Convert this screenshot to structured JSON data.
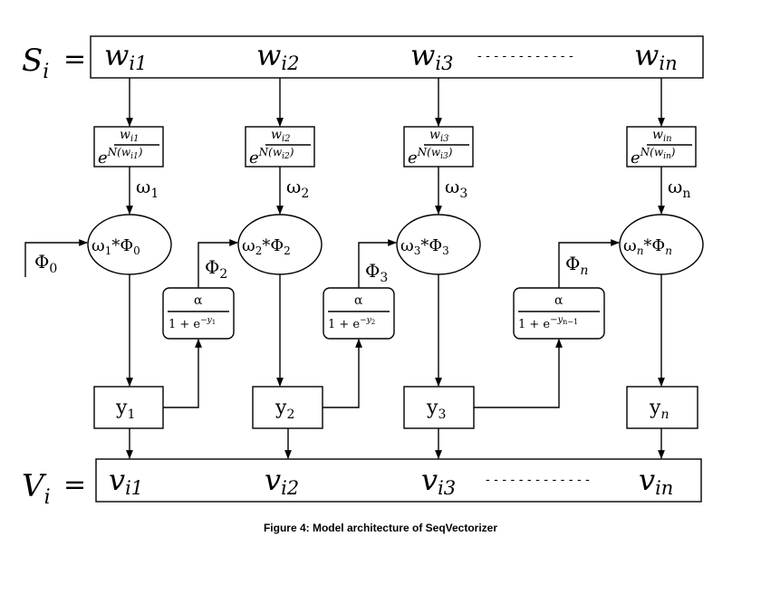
{
  "input_row": {
    "label": "S",
    "label_sub": "i",
    "equals": "=",
    "items": [
      {
        "base": "w",
        "sub": "i1"
      },
      {
        "base": "w",
        "sub": "i2"
      },
      {
        "base": "w",
        "sub": "i3"
      },
      {
        "base": "w",
        "sub": "in"
      }
    ],
    "dashes": "- - - - - - - - - - - -"
  },
  "exp_boxes": [
    {
      "num_base": "w",
      "num_sub": "i1",
      "e": "e",
      "exp_pre": "N(w",
      "exp_sub": "i1",
      "exp_post": ")"
    },
    {
      "num_base": "w",
      "num_sub": "i2",
      "e": "e",
      "exp_pre": "N(w",
      "exp_sub": "i2",
      "exp_post": ")"
    },
    {
      "num_base": "w",
      "num_sub": "i3",
      "e": "e",
      "exp_pre": "N(w",
      "exp_sub": "i3",
      "exp_post": ")"
    },
    {
      "num_base": "w",
      "num_sub": "in",
      "e": "e",
      "exp_pre": "N(w",
      "exp_sub": "in",
      "exp_post": ")"
    }
  ],
  "omega_labels": [
    {
      "base": "ω",
      "sub": "1"
    },
    {
      "base": "ω",
      "sub": "2"
    },
    {
      "base": "ω",
      "sub": "3"
    },
    {
      "base": "ω",
      "sub": "n"
    }
  ],
  "nodes": [
    {
      "w": "ω",
      "wsub": "1",
      "star": "*",
      "p": "Φ",
      "psub": "0"
    },
    {
      "w": "ω",
      "wsub": "2",
      "star": "*",
      "p": "Φ",
      "psub": "2"
    },
    {
      "w": "ω",
      "wsub": "3",
      "star": "*",
      "p": "Φ",
      "psub": "3"
    },
    {
      "w": "ω",
      "wsub": "n",
      "star": "*",
      "p": "Φ",
      "psub": "n"
    }
  ],
  "phi0": {
    "base": "Φ",
    "sub": "0"
  },
  "phi_labels": [
    {
      "base": "Φ",
      "sub": "2"
    },
    {
      "base": "Φ",
      "sub": "3"
    },
    {
      "base": "Φ",
      "sub": "n"
    }
  ],
  "sigmoids": [
    {
      "num": "α",
      "den": "1 + e",
      "exp_pre": "−y",
      "exp_sub": "1"
    },
    {
      "num": "α",
      "den": "1 + e",
      "exp_pre": "−y",
      "exp_sub": "2"
    },
    {
      "num": "α",
      "den": "1 + e",
      "exp_pre": "−y",
      "exp_sub": "n−1"
    }
  ],
  "y_boxes": [
    {
      "base": "y",
      "sub": "1"
    },
    {
      "base": "y",
      "sub": "2"
    },
    {
      "base": "y",
      "sub": "3"
    },
    {
      "base": "y",
      "sub": "n"
    }
  ],
  "output_row": {
    "label": "V",
    "label_sub": "i",
    "equals": "=",
    "items": [
      {
        "base": "v",
        "sub": "i1"
      },
      {
        "base": "v",
        "sub": "i2"
      },
      {
        "base": "v",
        "sub": "i3"
      },
      {
        "base": "v",
        "sub": "in"
      }
    ],
    "dashes": "- - - - - - - - - - - - -"
  },
  "caption": "Figure 4: Model architecture of SeqVectorizer"
}
